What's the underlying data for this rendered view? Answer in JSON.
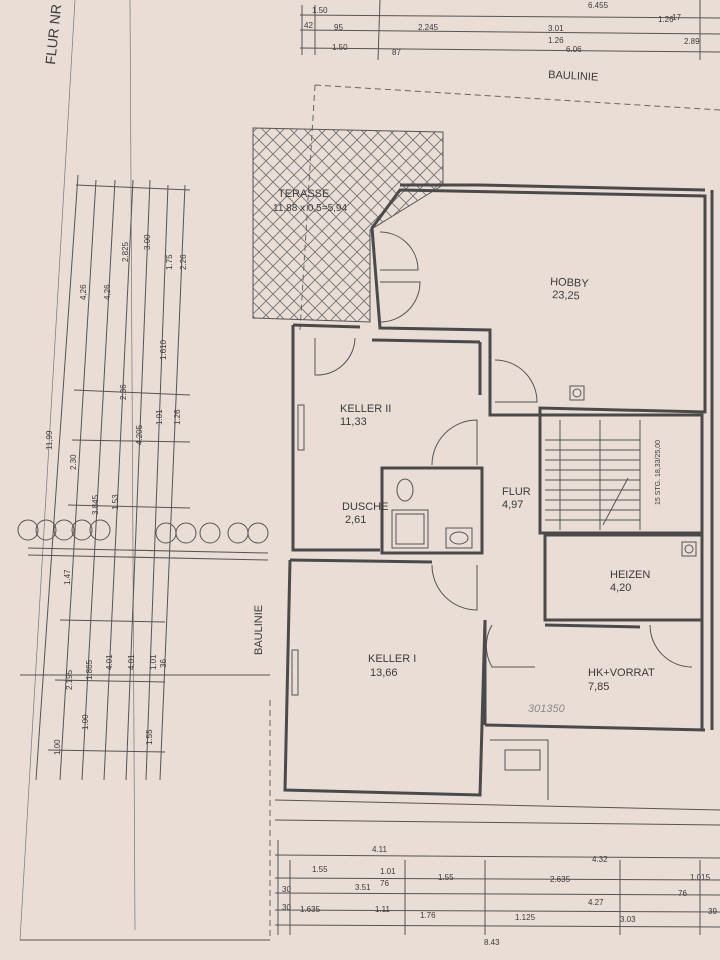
{
  "header": {
    "flur_label": "FLUR NR"
  },
  "top_dims": {
    "d1": "1.50",
    "d2": "6.455",
    "d3": "17",
    "d4": "42",
    "d5": "95",
    "d6": "2.245",
    "d7": "3.01",
    "d8": "2.89",
    "d9": "1.50",
    "d10": "1.26",
    "d11": "6.06",
    "d12": "87",
    "d13": "1.26"
  },
  "baulinie_top": "BAULINIE",
  "baulinie_left": "BAULINIE",
  "rooms": {
    "terasse_name": "TERASSE",
    "terasse_area": "11,88 x 0,5=5,94",
    "hobby_name": "HOBBY",
    "hobby_area": "23,25",
    "keller2_name": "KELLER II",
    "keller2_area": "11,33",
    "dusche_name": "DUSCHE",
    "dusche_area": "2,61",
    "flur_name": "FLUR",
    "flur_area": "4,97",
    "heizen_name": "HEIZEN",
    "heizen_area": "4,20",
    "keller1_name": "KELLER I",
    "keller1_area": "13,66",
    "hk_name": "HK+VORRAT",
    "hk_area": "7,85",
    "stair_note": "15 STG. 18,33/25,00"
  },
  "left_dims": {
    "v1": "11,99",
    "v2": "4,26",
    "v3": "4,26",
    "v4": "2.825",
    "v5": "3.00",
    "v6": "1.75",
    "v7": "2.26",
    "v8": "1.610",
    "v9": "1.01",
    "v10": "1.26",
    "v11": "2.30",
    "v12": "2.36",
    "v13": "3.845",
    "v14": "1.53",
    "v15": "4.205",
    "v16": "1.47",
    "v17": "2.195",
    "v18": "1.865",
    "v19": "4.01",
    "v20": "4.01",
    "v21": "1.01",
    "v22": "1.00",
    "v23": "1.00",
    "v24": "1.55",
    "v25": "36"
  },
  "bottom_dims": {
    "b1": "4.11",
    "b2": "4.32",
    "b3": "1.55",
    "b4": "1.01",
    "b5": "1.55",
    "b6": "2.635",
    "b7": "1.015",
    "b8": "3.51",
    "b9": "76",
    "b10": "4.27",
    "b11": "1.635",
    "b12": "1.11",
    "b13": "1.76",
    "b14": "1.125",
    "b15": "3.03",
    "b16": "8.43",
    "b17": "30",
    "b18": "30",
    "b19": "76",
    "b20": "39"
  },
  "handwritten": "301350",
  "colors": {
    "paper": "#e9ddd6",
    "ink": "#3b3b3b"
  }
}
